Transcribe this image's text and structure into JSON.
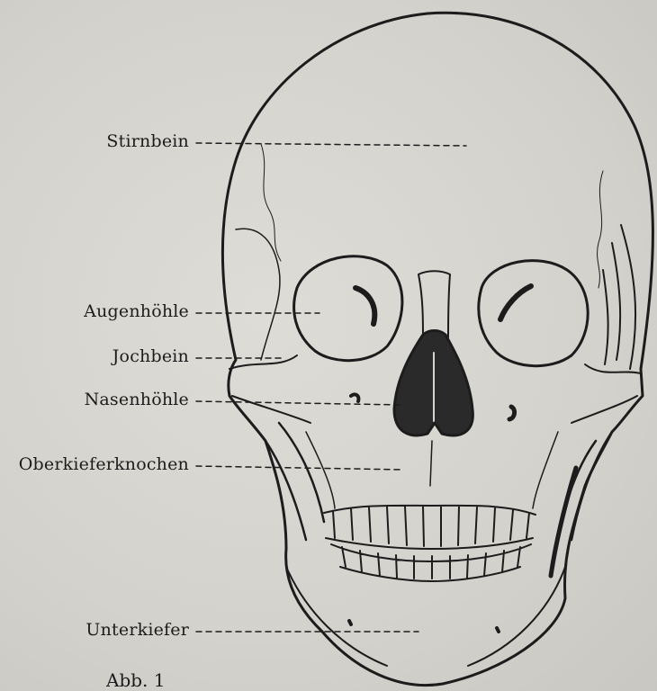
{
  "labels": {
    "stirnbein": "Stirnbein",
    "augenhoehle": "Augenhöhle",
    "jochbein": "Jochbein",
    "nasenhoehle": "Nasenhöhle",
    "oberkiefer": "Oberkieferknochen",
    "unterkiefer": "Unterkiefer"
  },
  "caption": "Abb. 1",
  "colors": {
    "ink": "#1c1c1c",
    "paper": "#d6d4cf"
  }
}
